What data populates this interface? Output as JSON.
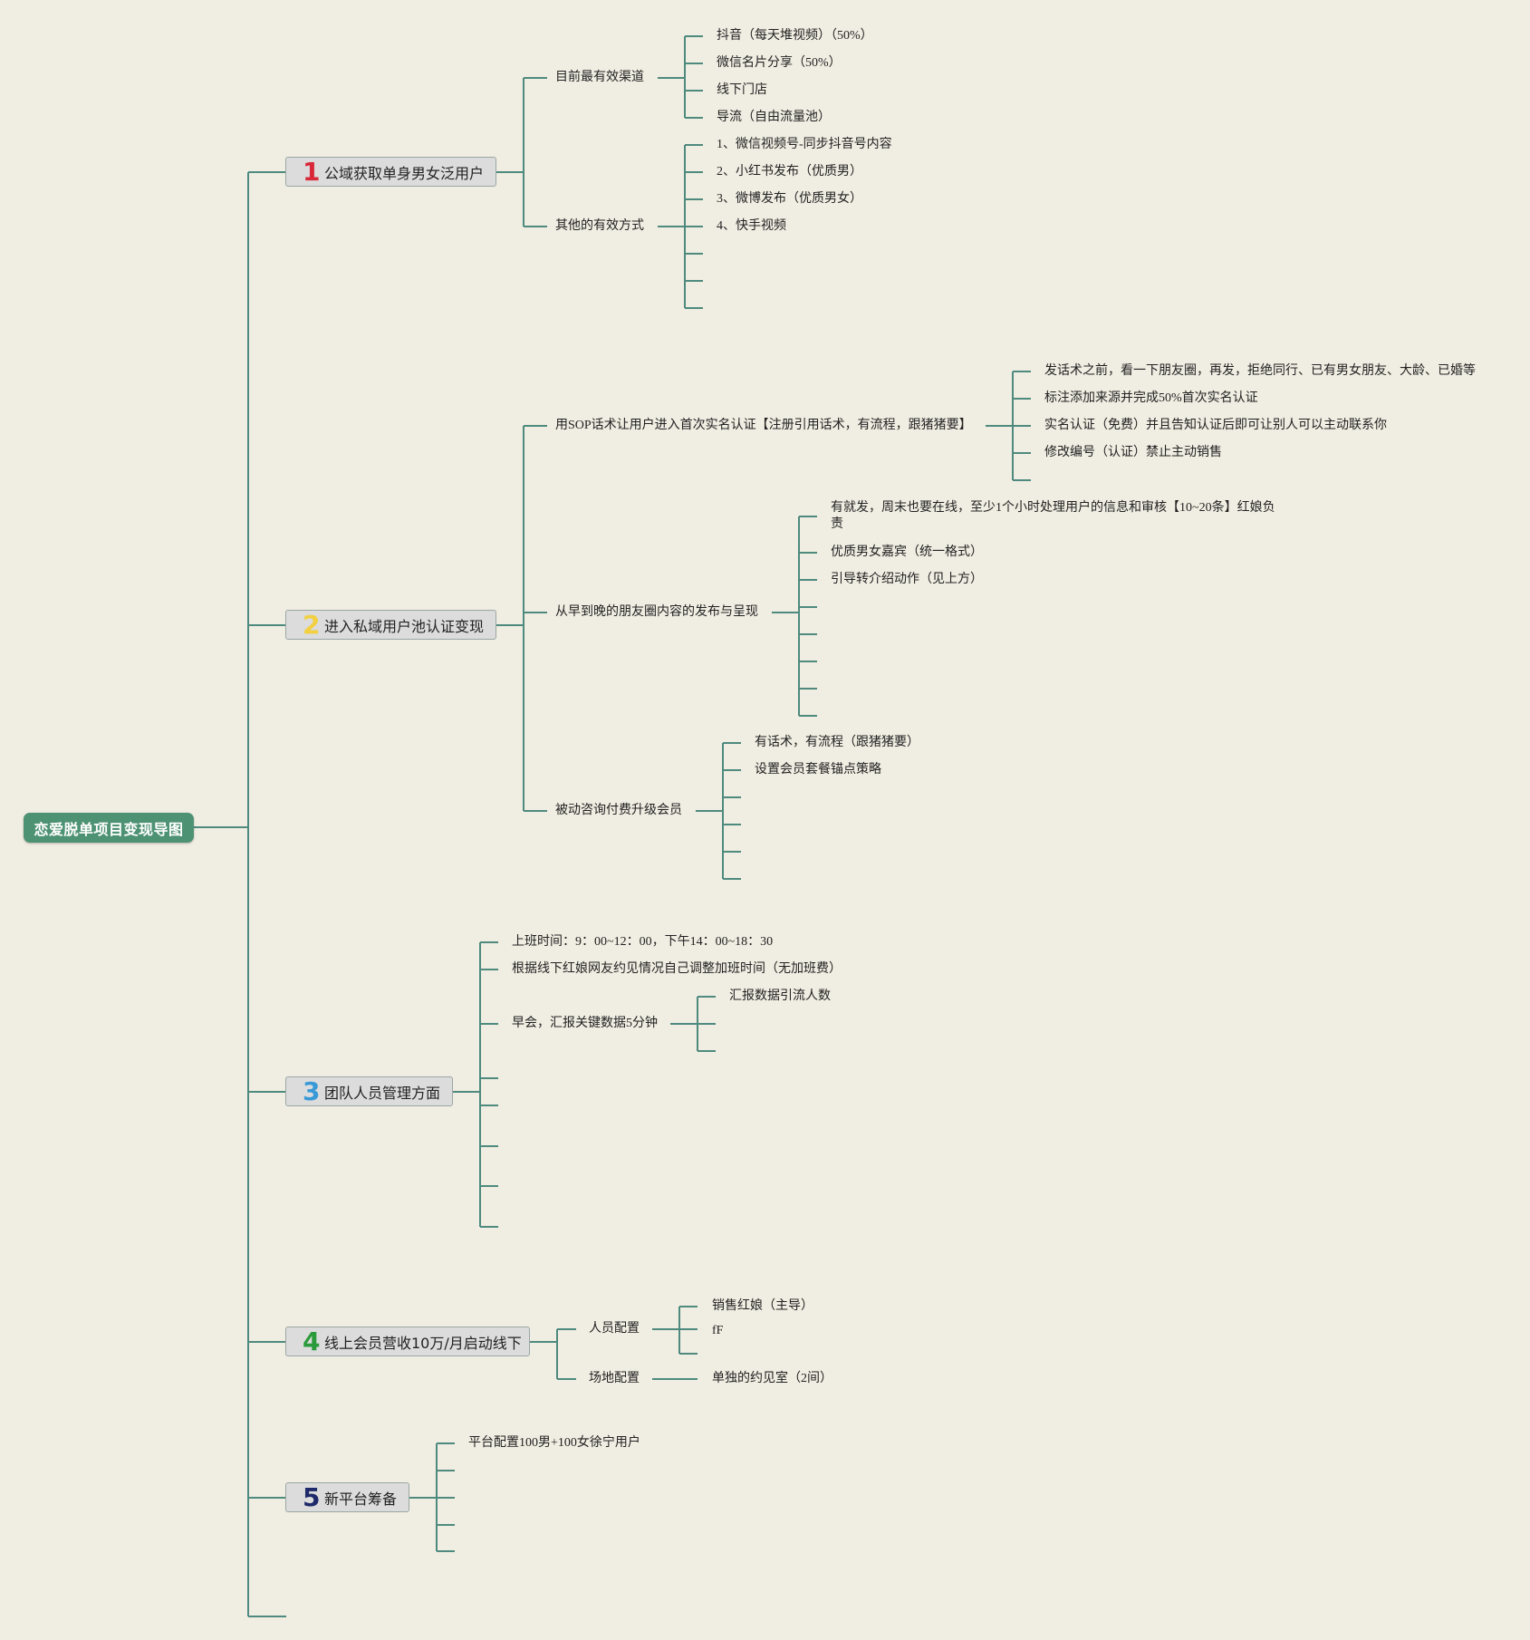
{
  "root": "恋爱脱单项目变现导图",
  "colors": {
    "line": "#4e8a7e",
    "root_bg": "#4e9274",
    "num1": "#d8283a",
    "num2": "#f2d040",
    "num3": "#3a9ad8",
    "num4": "#2a9a3a",
    "num5": "#1f2a6a"
  },
  "branches": [
    {
      "number": "1",
      "title": "公域获取单身男女泛用户",
      "children": [
        {
          "label": "目前最有效渠道",
          "items": [
            "抖音（每天堆视频）（50%）",
            "微信名片分享（50%）",
            "线下门店",
            "导流（自由流量池）"
          ]
        },
        {
          "label": "其他的有效方式",
          "items": [
            "1、微信视频号-同步抖音号内容",
            "2、小红书发布（优质男）",
            "3、微博发布（优质男女）",
            "4、快手视频"
          ]
        }
      ]
    },
    {
      "number": "2",
      "title": "进入私域用户池认证变现",
      "children": [
        {
          "label": "用SOP话术让用户进入首次实名认证【注册引用话术，有流程，跟猪猪要】",
          "items": [
            "发话术之前，看一下朋友圈，再发，拒绝同行、已有男女朋友、大龄、已婚等",
            "标注添加来源并完成50%首次实名认证",
            "实名认证（免费）并且告知认证后即可让别人可以主动联系你",
            "修改编号（认证）禁止主动销售"
          ]
        },
        {
          "label": "从早到晚的朋友圈内容的发布与呈现",
          "items": [
            "有就发，周末也要在线，至少1个小时处理用户的信息和审核【10~20条】红娘负责",
            "优质男女嘉宾（统一格式）",
            "引导转介绍动作（见上方）"
          ]
        },
        {
          "label": "被动咨询付费升级会员",
          "items": [
            "有话术，有流程（跟猪猪要）",
            "设置会员套餐锚点策略"
          ]
        }
      ]
    },
    {
      "number": "3",
      "title": "团队人员管理方面",
      "children": [
        {
          "label": "上班时间：9：00~12：00，下午14：00~18：30"
        },
        {
          "label": "根据线下红娘网友约见情况自己调整加班时间（无加班费）"
        },
        {
          "label": "早会，汇报关键数据5分钟",
          "items": [
            "汇报数据引流人数"
          ]
        }
      ]
    },
    {
      "number": "4",
      "title": "线上会员营收10万/月启动线下",
      "children": [
        {
          "label": "人员配置",
          "items": [
            "销售红娘（主导）",
            "fF"
          ]
        },
        {
          "label": "场地配置",
          "items": [
            "单独的约见室（2间）"
          ]
        }
      ]
    },
    {
      "number": "5",
      "title": "新平台筹备",
      "children": [
        {
          "label": "平台配置100男+100女徐宁用户"
        }
      ]
    }
  ]
}
